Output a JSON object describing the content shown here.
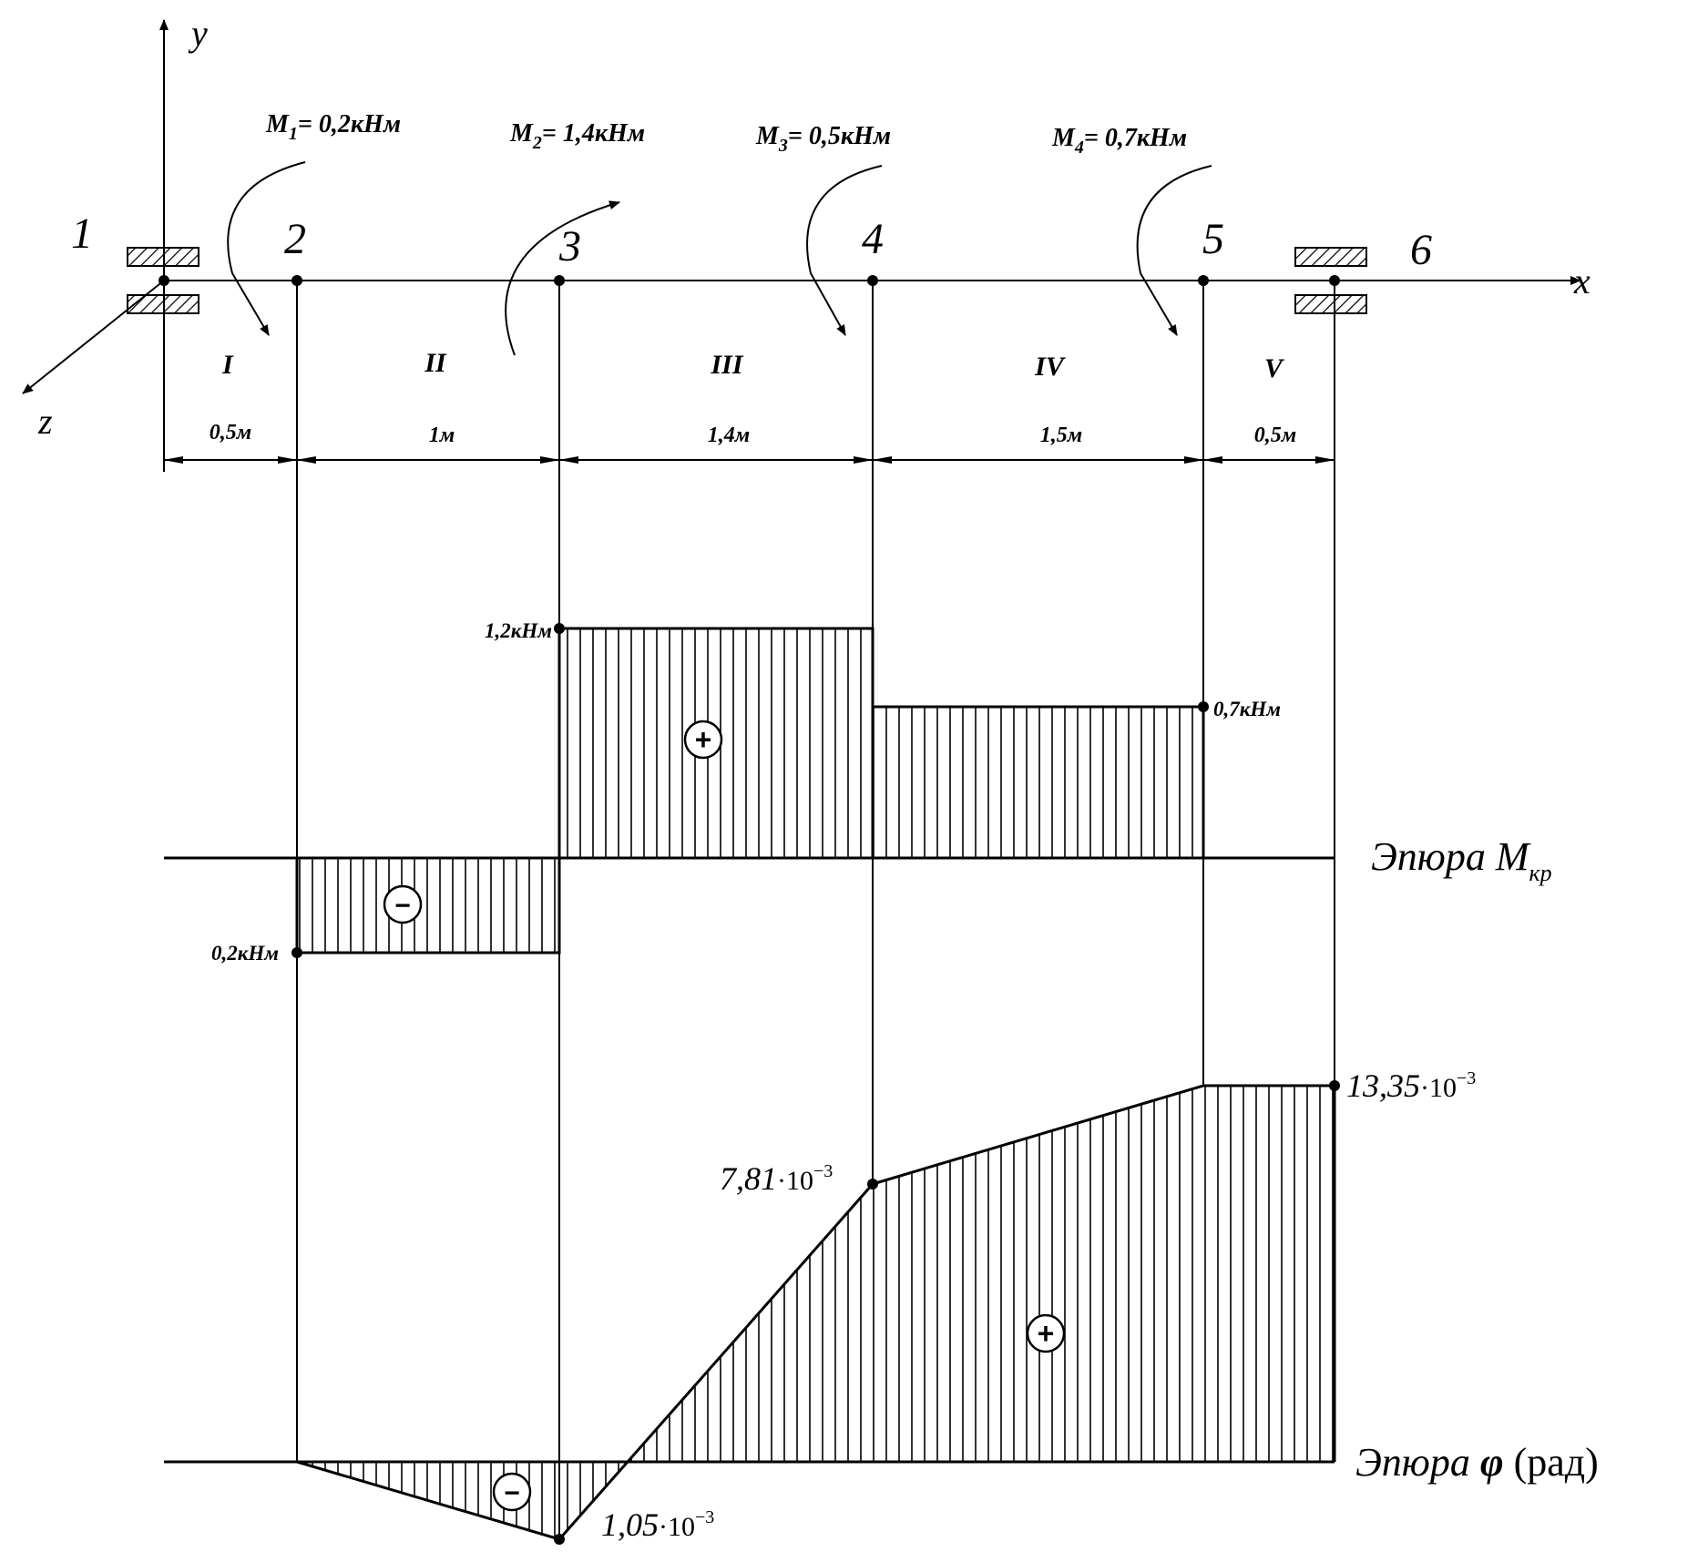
{
  "axes": {
    "y_label": "y",
    "x_label": "x",
    "z_label": "z"
  },
  "nodes": [
    "1",
    "2",
    "3",
    "4",
    "5",
    "6"
  ],
  "moments": [
    {
      "name": "M",
      "sub": "1",
      "value": "= 0,2кНм"
    },
    {
      "name": "M",
      "sub": "2",
      "value": "= 1,4кНм"
    },
    {
      "name": "M",
      "sub": "3",
      "value": "= 0,5кНм"
    },
    {
      "name": "M",
      "sub": "4",
      "value": "= 0,7кНм"
    }
  ],
  "sections": [
    "I",
    "II",
    "III",
    "IV",
    "V"
  ],
  "dimensions": [
    "0,5м",
    "1м",
    "1,4м",
    "1,5м",
    "0,5м"
  ],
  "torque_diagram": {
    "title": "Эпюра M",
    "title_sub": "кр",
    "values_text": [
      "0,2кНм",
      "1,2кНм",
      "0,7кНм"
    ],
    "signs": [
      "−",
      "+"
    ],
    "segment_values": [
      0,
      -0.2,
      1.2,
      0.7,
      0
    ]
  },
  "angle_diagram": {
    "title_prefix": "Эпюра ",
    "title_symbol": "φ",
    "title_suffix": " (рад)",
    "labels": [
      {
        "mantissa": "1,05",
        "exp": "−3"
      },
      {
        "mantissa": "7,81",
        "exp": "−3"
      },
      {
        "mantissa": "13,35",
        "exp": "−3"
      }
    ],
    "signs": [
      "−",
      "+"
    ],
    "node_values_e3": [
      0,
      0,
      -1.05,
      7.81,
      13.35,
      13.35
    ]
  }
}
